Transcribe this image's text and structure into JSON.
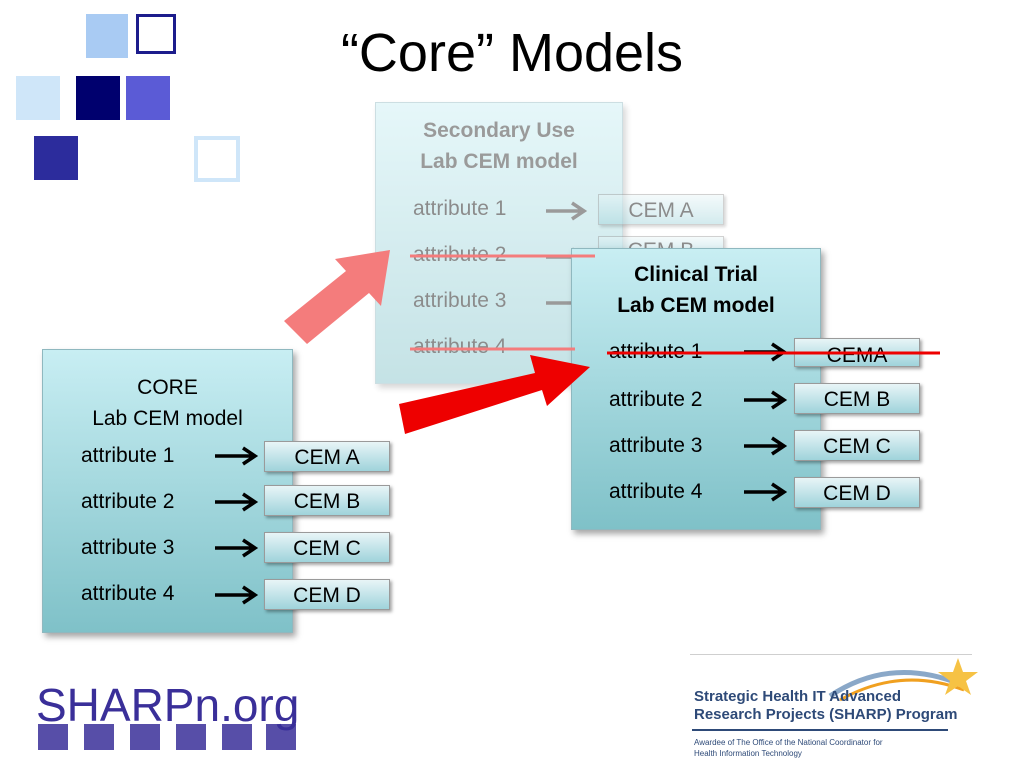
{
  "title": "“Core” Models",
  "core_model": {
    "title_line1": "CORE",
    "title_line2": "Lab CEM model",
    "attributes": [
      "attribute 1",
      "attribute 2",
      "attribute 3",
      "attribute 4"
    ],
    "cems": [
      "CEM A",
      "CEM B",
      "CEM C",
      "CEM D"
    ]
  },
  "secondary_model": {
    "title_line1": "Secondary Use",
    "title_line2": "Lab CEM model",
    "attributes": [
      "attribute 1",
      "attribute 2",
      "attribute 3",
      "attribute 4"
    ],
    "cems": [
      "CEM A",
      "CEM B"
    ]
  },
  "clinical_model": {
    "title_line1": "Clinical Trial",
    "title_line2": "Lab CEM model",
    "attributes": [
      "attribute 1",
      "attribute 2",
      "attribute 3",
      "attribute 4"
    ],
    "cems": [
      "CEMA",
      "CEM B",
      "CEM C",
      "CEM D"
    ]
  },
  "footer": {
    "logo_text": "SHARPn.org",
    "program_line1": "Strategic Health IT Advanced",
    "program_line2": "Research Projects (SHARP) Program",
    "award_line1": "Awardee of The Office of the National Coordinator for",
    "award_line2": "Health Information Technology"
  },
  "colors": {
    "title": "#000000",
    "model_top": "#c8eef3",
    "model_bottom": "#7fc1c8",
    "arrow_pink": "#f47c7c",
    "arrow_red": "#ee0000",
    "square_dark": "#000080",
    "square_mid": "#5a5acd",
    "square_light": "#a8c8f0"
  },
  "icons": [
    "right-arrow-icon",
    "strikethrough-line",
    "star-swoosh-logo"
  ]
}
